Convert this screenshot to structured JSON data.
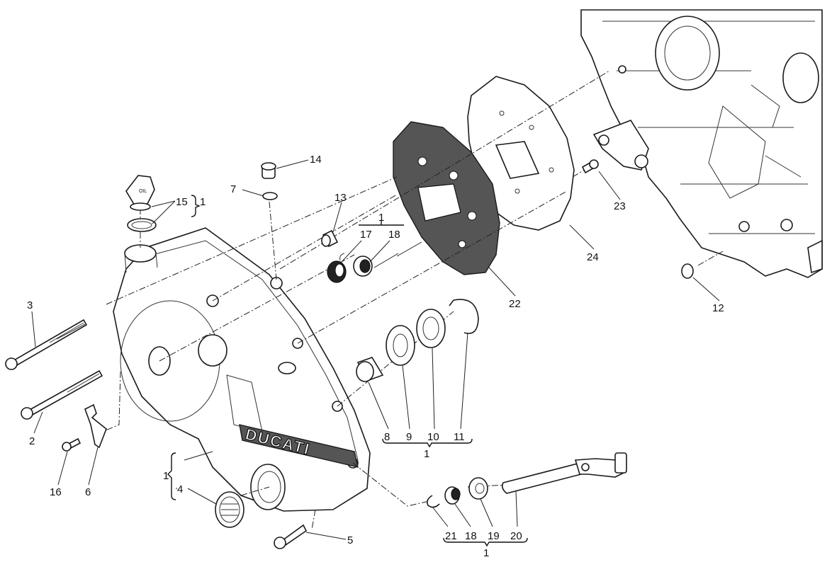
{
  "diagram": {
    "title": "Clutch cover exploded view",
    "brand_text": "DUCATI",
    "oil_cap_text": "OIL",
    "callouts": {
      "c1": "1",
      "c2": "2",
      "c3": "3",
      "c4": "4",
      "c5": "5",
      "c6": "6",
      "c7": "7",
      "c8": "8",
      "c9": "9",
      "c10": "10",
      "c11": "11",
      "c12": "12",
      "c13": "13",
      "c14": "14",
      "c15": "15",
      "c16": "16",
      "c17": "17",
      "c18": "18",
      "c19": "19",
      "c20": "20",
      "c21": "21",
      "c22": "22",
      "c23": "23",
      "c24": "24"
    },
    "groups": {
      "g15": "1",
      "g17_18": "1",
      "g8_11": "1",
      "g21_20": "1",
      "g4": "1"
    }
  }
}
